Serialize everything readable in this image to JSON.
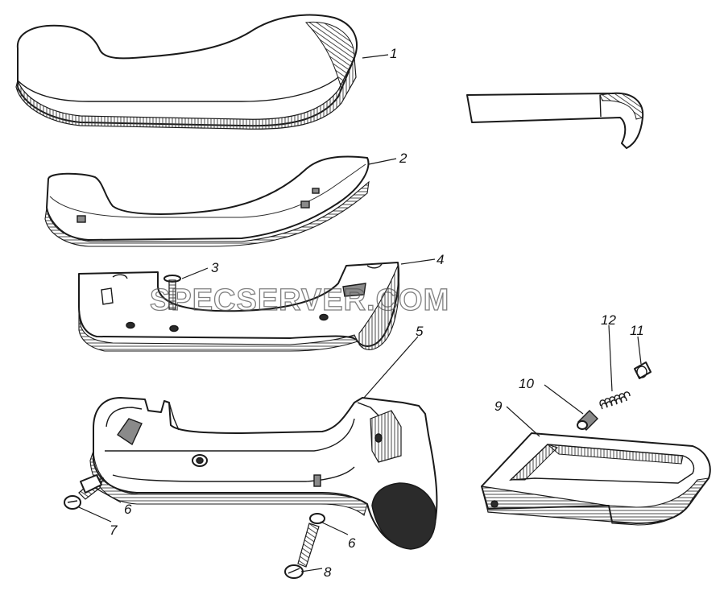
{
  "watermark": "SPECSERVER.COM",
  "callouts": [
    {
      "id": "1",
      "text": "1"
    },
    {
      "id": "2",
      "text": "2"
    },
    {
      "id": "3",
      "text": "3"
    },
    {
      "id": "4",
      "text": "4"
    },
    {
      "id": "5",
      "text": "5"
    },
    {
      "id": "6a",
      "text": "6"
    },
    {
      "id": "6b",
      "text": "6"
    },
    {
      "id": "7",
      "text": "7"
    },
    {
      "id": "8",
      "text": "8"
    },
    {
      "id": "9",
      "text": "9"
    },
    {
      "id": "10",
      "text": "10"
    },
    {
      "id": "11",
      "text": "11"
    },
    {
      "id": "12",
      "text": "12"
    }
  ]
}
